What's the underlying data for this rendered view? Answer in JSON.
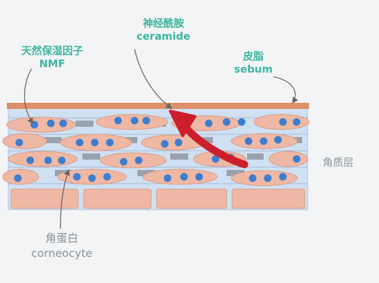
{
  "labels": {
    "nmf": {
      "zh": "天然保湿因子",
      "en": "NMF"
    },
    "ceramide": {
      "zh": "神经酰胺",
      "en": "ceramide"
    },
    "sebum": {
      "zh": "皮脂",
      "en": "sebum"
    },
    "stratum_corneum": {
      "zh": "角质层"
    },
    "corneocyte": {
      "zh": "角蛋白",
      "en": "corneocyte"
    }
  },
  "colors": {
    "accent_text": "#3fb59f",
    "muted_text": "#8d9296",
    "sebum_layer": "#dd8f6a",
    "lipid_matrix": "#cfe0f2",
    "cell_fill": "#efb8a4",
    "nmf_dot": "#3d7dd0",
    "annotation_arrow": "#cc1f2b"
  },
  "icons": {
    "annotation_arrow": "red-curved-arrow-icon"
  }
}
